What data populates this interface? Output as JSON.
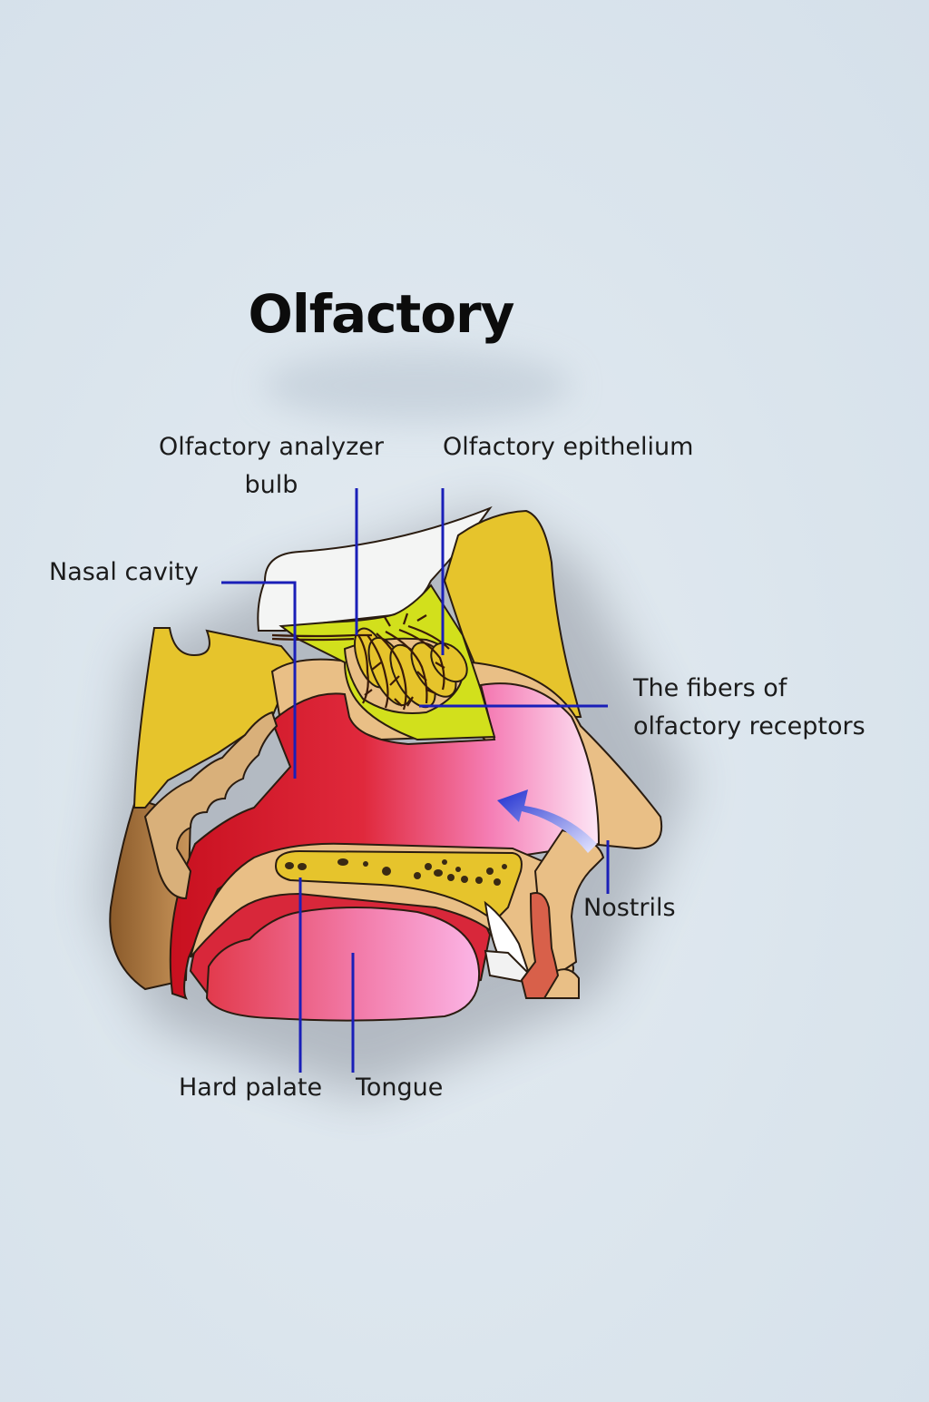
{
  "title": "Olfactory",
  "labels": {
    "bulb": [
      "Olfactory analyzer",
      "bulb"
    ],
    "epithelium": "Olfactory epithelium",
    "nasal_cavity": "Nasal cavity",
    "fibers": [
      "The fibers of",
      "olfactory receptors"
    ],
    "nostrils": "Nostrils",
    "hard_palate": "Hard palate",
    "tongue": "Tongue"
  },
  "colors": {
    "leader_line": "#1a1fb8",
    "bone": "#e6c42c",
    "tissue": "#e9bf86",
    "cavity_red": "#d21e2e",
    "cavity_pink": "#f9a9dc",
    "epithelium_green": "#d2e01c",
    "airflow_arrow": "#2233cc"
  }
}
